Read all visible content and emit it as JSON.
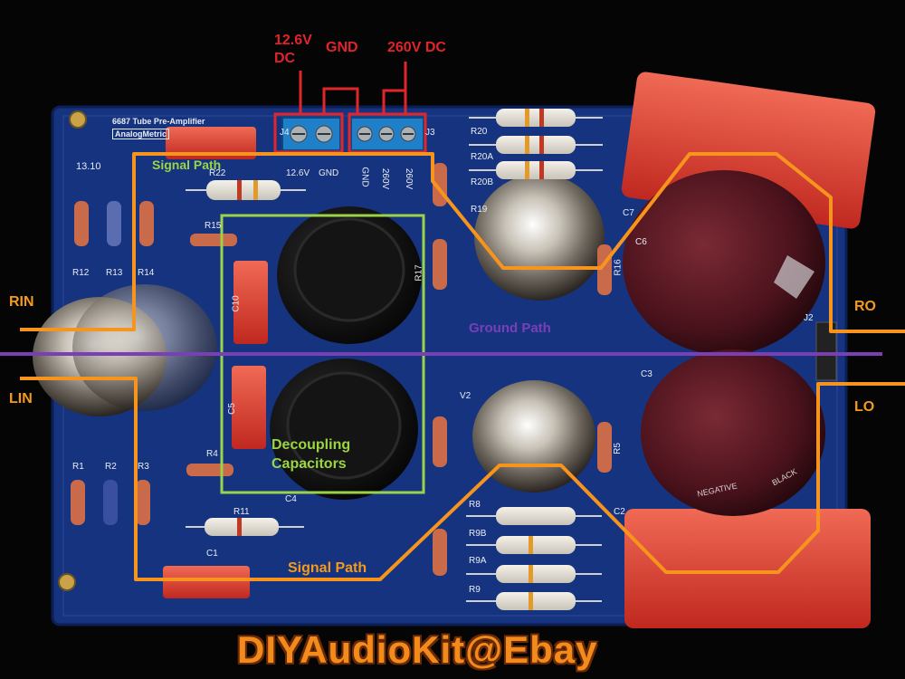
{
  "annotations": {
    "v12": "12.6V",
    "dc": "DC",
    "gnd": "GND",
    "v260": "260V DC",
    "rin": "RIN",
    "lin": "LIN",
    "ro": "RO",
    "lo": "LO",
    "signal_path_top": "Signal Path",
    "signal_path_bottom": "Signal Path",
    "ground_path": "Ground Path",
    "decoupling_1": "Decoupling",
    "decoupling_2": "Capacitors"
  },
  "board": {
    "title": "6687 Tube Pre-Amplifier",
    "maker": "AnalogMetric",
    "code": "13.10",
    "silk_12v": "12.6V",
    "silk_gnd": "GND",
    "silk_gnd2": "GND",
    "silk_260": "260V",
    "silk_260b": "260V",
    "j4": "J4",
    "j3": "J3",
    "j2": "J2",
    "refs": [
      "R22",
      "R20",
      "R20A",
      "R20B",
      "R19",
      "R15",
      "R12",
      "R13",
      "R14",
      "R17",
      "R16",
      "C10",
      "C5",
      "R4",
      "R1",
      "R2",
      "R3",
      "R11",
      "C1",
      "C4",
      "V2",
      "R5",
      "R8",
      "R9B",
      "R9A",
      "R9",
      "C2",
      "C3",
      "C6",
      "C7"
    ],
    "cap_text_1": "NEGATIVE",
    "cap_text_2": "BLACK"
  },
  "watermark": "DIYAudioKit@Ebay",
  "colors": {
    "pcb": "#16337f",
    "signal": "#f7941d",
    "ground": "#7b3fb5",
    "decoupling_box": "#9ad34a",
    "power_box": "#e1262b",
    "film_cap": "#d63a2e",
    "electrolytic": "#5a1820"
  }
}
